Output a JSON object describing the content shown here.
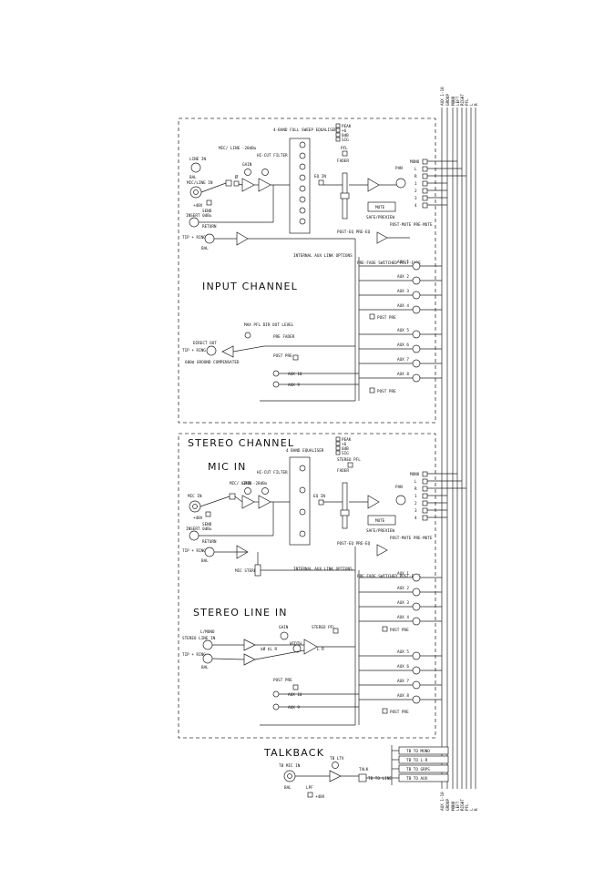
{
  "sections": {
    "input_channel": "INPUT CHANNEL",
    "stereo_channel": "STEREO CHANNEL",
    "mic_in": "MIC IN",
    "stereo_line_in": "STEREO LINE IN",
    "talkback": "TALKBACK"
  },
  "input": {
    "line_in": "LINE IN",
    "bal": "BAL",
    "mic_line_in": "MIC/LINE IN",
    "p48": "+48V",
    "mic_line_sw": "MIC/ LINE -20dBu",
    "gain": "GAIN",
    "hi_cut": "HI-CUT FILTER",
    "eq_title": "4-BAND FULL SWEEP EQUALISER",
    "eq_in": "EQ IN",
    "insert": "INSERT 0dBu",
    "send": "SEND",
    "return": "RETURN",
    "ring": "TIP + RING =",
    "peak_labels": [
      "PEAK",
      "+6",
      "0dB",
      "SIG"
    ],
    "pfl": "PFL",
    "fader": "FADER",
    "mute": "MUTE",
    "safe_preview": "SAFE/PREVIEW",
    "pan": "PAN",
    "post_fader": "POST-EQ PRE-EQ",
    "post_mute": "POST-MUTE PRE-MUTE",
    "aux_opts": "INTERNAL AUX LINK OPTIONS",
    "aux_opts2": "PRE-FADE SWITCHED POST-FADE",
    "direct_out": "DIRECT OUT",
    "direct_note": "600Ω GROUND COMPENSATED",
    "dir_level": "MAX PFL DIR OUT LEVEL",
    "pre_fader": "PRE FADER",
    "post_pre": "POST PRE",
    "aux10": "AUX 10",
    "aux9": "AUX 9"
  },
  "stereo": {
    "eq_title": "4 BAND EQUALISER",
    "stereo_pfl": "STEREO PFL",
    "mic_stereo": "MIC STEREO",
    "mono": "L/MONO",
    "stereo_line": "STEREO LINE IN",
    "width": "WIDTH",
    "gain": "GAIN",
    "lr": "L R",
    "swap": "ΣØ ΣL R",
    "post": "POST PRE"
  },
  "talkback": {
    "mic_in": "TB MIC IN",
    "lpf": "LPF",
    "p48": "+48V",
    "to_ltv": "TB LTV",
    "talk": "TALK",
    "tb_to": "TB TO LINE",
    "routes": [
      "TB TO MONO",
      "TB TO L-R",
      "TB TO GRPS",
      "TB TO AUX"
    ]
  },
  "aux_labels": [
    "AUX 1",
    "AUX 2",
    "AUX 3",
    "AUX 4",
    "AUX 5",
    "AUX 6",
    "AUX 7",
    "AUX 8"
  ],
  "bus_labels": [
    "AUX 1-10",
    "GROUP",
    "MONO",
    "LEFT",
    "RIGHT",
    "PFL",
    "L",
    "R"
  ],
  "route_labels": [
    "MONO",
    "L",
    "R",
    "1",
    "2",
    "3",
    "4"
  ]
}
